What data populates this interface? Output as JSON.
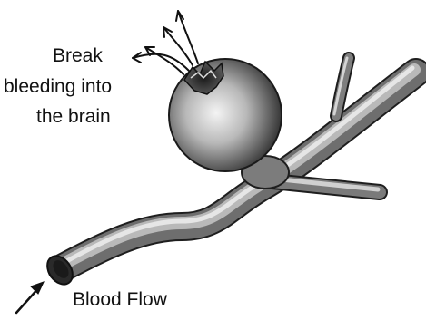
{
  "labels": {
    "break_line1": "Break",
    "break_line2": "bleeding into",
    "break_line3": "the brain",
    "blood_flow": "Blood Flow"
  },
  "colors": {
    "vessel_dark": "#3c3c3c",
    "vessel_mid": "#8c8c8c",
    "vessel_light": "#e0e0e0",
    "text": "#111111"
  }
}
